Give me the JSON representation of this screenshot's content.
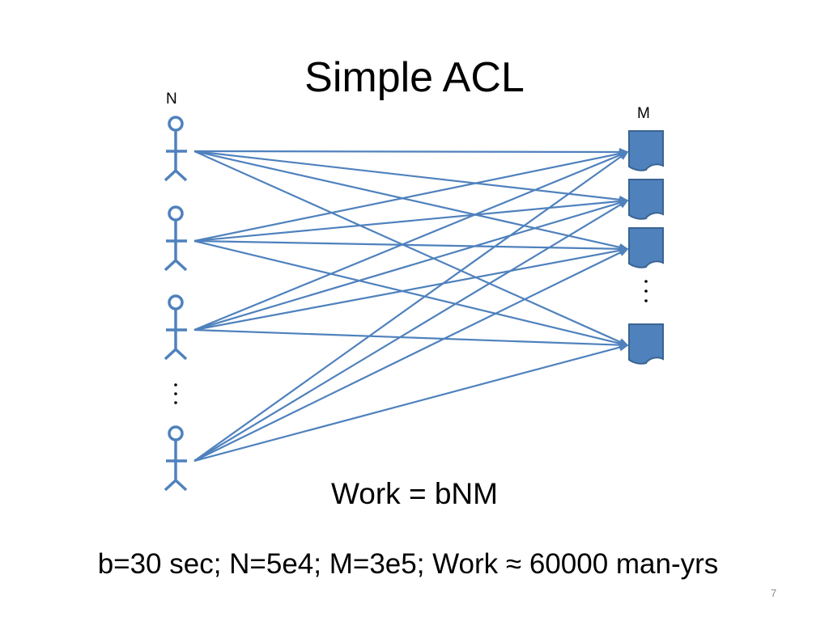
{
  "slide": {
    "title": "Simple ACL",
    "page_number": "7"
  },
  "diagram": {
    "users_label": "N",
    "objects_label": "M",
    "users_shown": 4,
    "objects_shown": 4,
    "ellipsis_between_users": true,
    "ellipsis_between_objects": true,
    "line_color": "#4F81BD",
    "connections": [
      {
        "from": 0,
        "to": 0
      },
      {
        "from": 0,
        "to": 1
      },
      {
        "from": 0,
        "to": 2
      },
      {
        "from": 0,
        "to": 3
      },
      {
        "from": 1,
        "to": 0
      },
      {
        "from": 1,
        "to": 1
      },
      {
        "from": 1,
        "to": 2
      },
      {
        "from": 1,
        "to": 3
      },
      {
        "from": 2,
        "to": 0
      },
      {
        "from": 2,
        "to": 1
      },
      {
        "from": 2,
        "to": 2
      },
      {
        "from": 2,
        "to": 3
      },
      {
        "from": 3,
        "to": 0
      },
      {
        "from": 3,
        "to": 1
      },
      {
        "from": 3,
        "to": 2
      },
      {
        "from": 3,
        "to": 3
      }
    ]
  },
  "formula": "Work = bNM",
  "calculation": "b=30 sec; N=5e4; M=3e5; Work ≈ 60000 man-yrs"
}
